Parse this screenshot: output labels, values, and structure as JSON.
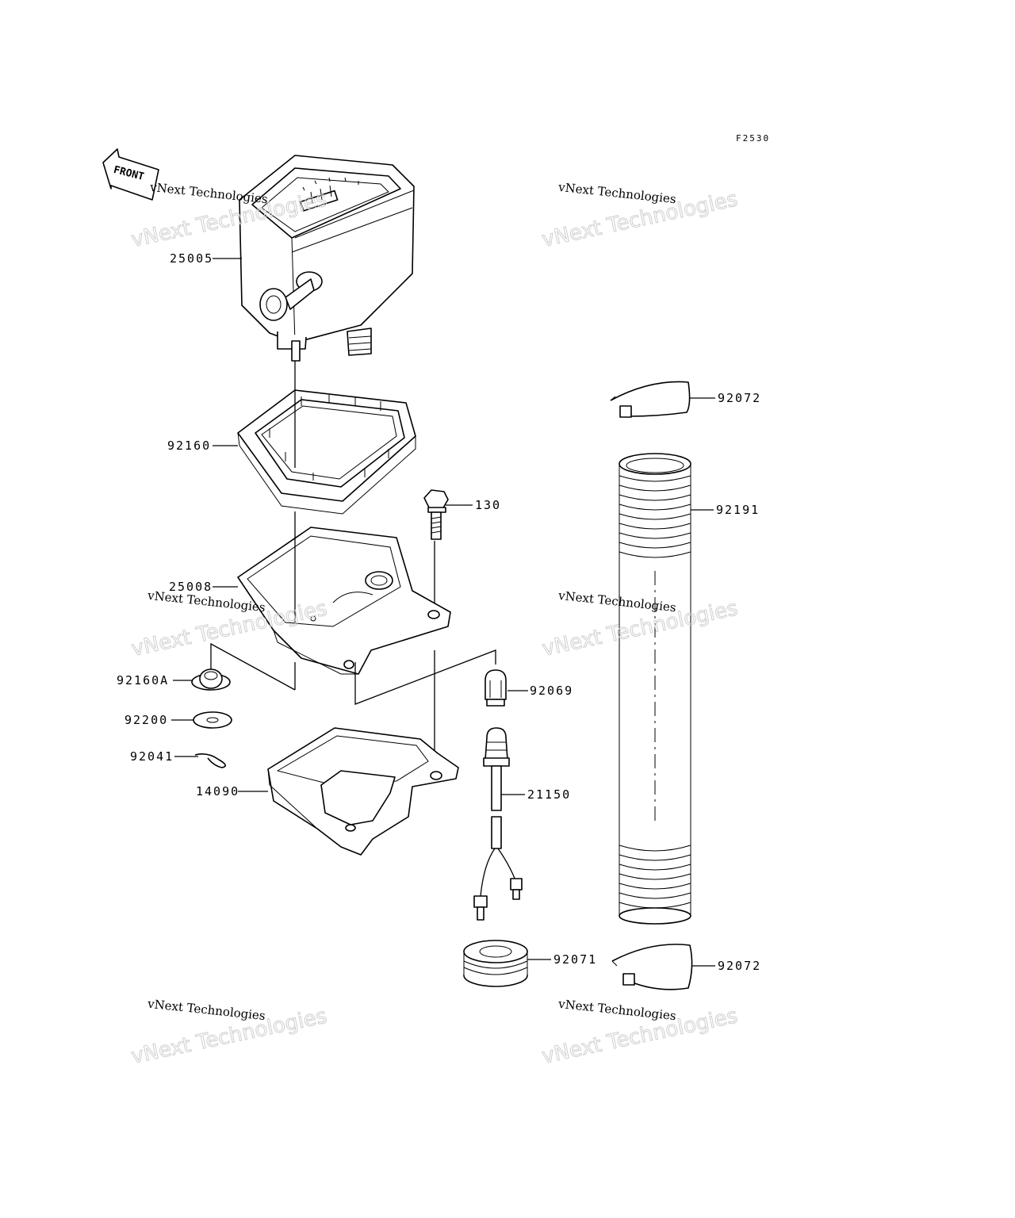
{
  "diagram": {
    "figure_code": "F2530",
    "front_label": "FRONT",
    "watermark": {
      "line1": "vNext Technologies",
      "line2": "vNext Technologies"
    },
    "parts": [
      {
        "id": "25005",
        "label": "25005"
      },
      {
        "id": "92160",
        "label": "92160"
      },
      {
        "id": "130",
        "label": "130"
      },
      {
        "id": "25008",
        "label": "25008"
      },
      {
        "id": "92160A",
        "label": "92160A"
      },
      {
        "id": "92069",
        "label": "92069"
      },
      {
        "id": "92200",
        "label": "92200"
      },
      {
        "id": "92041",
        "label": "92041"
      },
      {
        "id": "14090",
        "label": "14090"
      },
      {
        "id": "21150",
        "label": "21150"
      },
      {
        "id": "92071",
        "label": "92071"
      },
      {
        "id": "92072-top",
        "label": "92072"
      },
      {
        "id": "92191",
        "label": "92191"
      },
      {
        "id": "92072-bottom",
        "label": "92072"
      }
    ]
  }
}
